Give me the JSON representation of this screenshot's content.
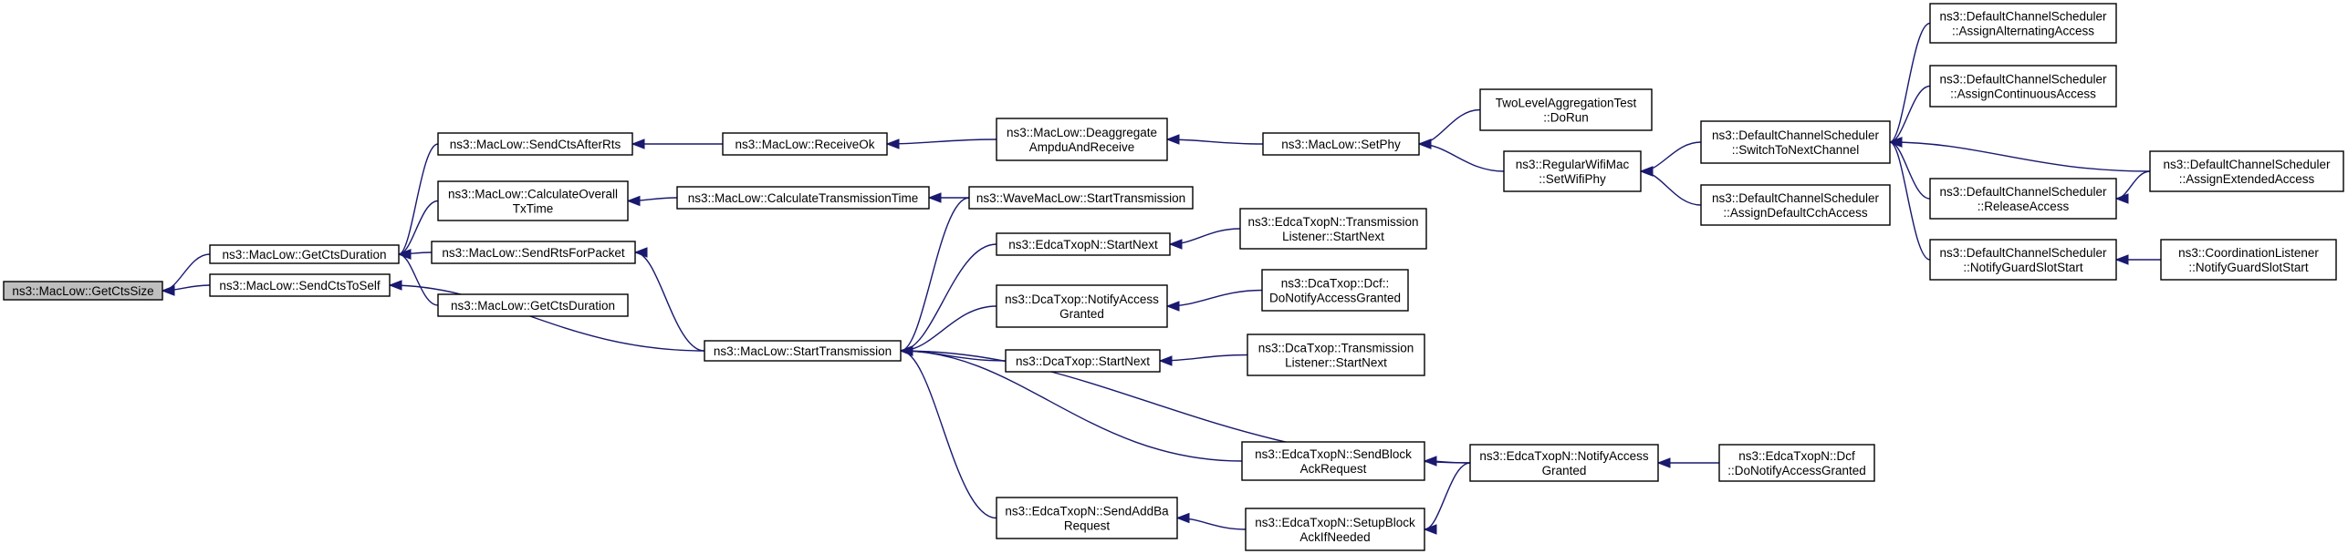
{
  "graph": {
    "colors": {
      "edge": "#191970",
      "root_fill": "#bfbfbf",
      "node_fill": "#ffffff",
      "border": "#000000"
    },
    "nodes": [
      {
        "id": "n0",
        "lines": [
          "ns3::MacLow::GetCtsSize"
        ],
        "root": true
      },
      {
        "id": "n1",
        "lines": [
          "ns3::MacLow::GetCtsDuration"
        ]
      },
      {
        "id": "n2",
        "lines": [
          "ns3::MacLow::SendCtsToSelf"
        ]
      },
      {
        "id": "n3",
        "lines": [
          "ns3::MacLow::SendCtsAfterRts"
        ]
      },
      {
        "id": "n4",
        "lines": [
          "ns3::MacLow::CalculateOverall",
          "TxTime"
        ]
      },
      {
        "id": "n5",
        "lines": [
          "ns3::MacLow::SendRtsForPacket"
        ]
      },
      {
        "id": "n6",
        "lines": [
          "ns3::MacLow::GetCtsDuration"
        ]
      },
      {
        "id": "n7",
        "lines": [
          "ns3::MacLow::ReceiveOk"
        ]
      },
      {
        "id": "n8",
        "lines": [
          "ns3::MacLow::CalculateTransmissionTime"
        ]
      },
      {
        "id": "n9",
        "lines": [
          "ns3::MacLow::StartTransmission"
        ]
      },
      {
        "id": "n10",
        "lines": [
          "ns3::MacLow::Deaggregate",
          "AmpduAndReceive"
        ]
      },
      {
        "id": "n11",
        "lines": [
          "ns3::WaveMacLow::StartTransmission"
        ]
      },
      {
        "id": "n12",
        "lines": [
          "ns3::EdcaTxopN::StartNext"
        ]
      },
      {
        "id": "n13",
        "lines": [
          "ns3::DcaTxop::NotifyAccess",
          "Granted"
        ]
      },
      {
        "id": "n14",
        "lines": [
          "ns3::DcaTxop::StartNext"
        ]
      },
      {
        "id": "n15",
        "lines": [
          "ns3::EdcaTxopN::SendAddBa",
          "Request"
        ]
      },
      {
        "id": "n16",
        "lines": [
          "ns3::MacLow::SetPhy"
        ]
      },
      {
        "id": "n17",
        "lines": [
          "ns3::EdcaTxopN::Transmission",
          "Listener::StartNext"
        ]
      },
      {
        "id": "n18",
        "lines": [
          "ns3::DcaTxop::Dcf::",
          "DoNotifyAccessGranted"
        ]
      },
      {
        "id": "n19",
        "lines": [
          "ns3::DcaTxop::Transmission",
          "Listener::StartNext"
        ]
      },
      {
        "id": "n20",
        "lines": [
          "ns3::EdcaTxopN::SendBlock",
          "AckRequest"
        ]
      },
      {
        "id": "n21",
        "lines": [
          "ns3::EdcaTxopN::SetupBlock",
          "AckIfNeeded"
        ]
      },
      {
        "id": "n22",
        "lines": [
          "TwoLevelAggregationTest",
          "::DoRun"
        ]
      },
      {
        "id": "n23",
        "lines": [
          "ns3::RegularWifiMac",
          "::SetWifiPhy"
        ]
      },
      {
        "id": "n24",
        "lines": [
          "ns3::EdcaTxopN::NotifyAccess",
          "Granted"
        ]
      },
      {
        "id": "n25",
        "lines": [
          "ns3::DefaultChannelScheduler",
          "::SwitchToNextChannel"
        ]
      },
      {
        "id": "n26",
        "lines": [
          "ns3::DefaultChannelScheduler",
          "::AssignDefaultCchAccess"
        ]
      },
      {
        "id": "n27",
        "lines": [
          "ns3::EdcaTxopN::Dcf",
          "::DoNotifyAccessGranted"
        ]
      },
      {
        "id": "n28",
        "lines": [
          "ns3::DefaultChannelScheduler",
          "::AssignAlternatingAccess"
        ]
      },
      {
        "id": "n29",
        "lines": [
          "ns3::DefaultChannelScheduler",
          "::AssignContinuousAccess"
        ]
      },
      {
        "id": "n30",
        "lines": [
          "ns3::DefaultChannelScheduler",
          "::ReleaseAccess"
        ]
      },
      {
        "id": "n31",
        "lines": [
          "ns3::DefaultChannelScheduler",
          "::NotifyGuardSlotStart"
        ]
      },
      {
        "id": "n32",
        "lines": [
          "ns3::DefaultChannelScheduler",
          "::AssignExtendedAccess"
        ]
      },
      {
        "id": "n33",
        "lines": [
          "ns3::CoordinationListener",
          "::NotifyGuardSlotStart"
        ]
      }
    ],
    "edges": [
      {
        "from": "n1",
        "to": "n0"
      },
      {
        "from": "n2",
        "to": "n0"
      },
      {
        "from": "n3",
        "to": "n1"
      },
      {
        "from": "n4",
        "to": "n1"
      },
      {
        "from": "n5",
        "to": "n1"
      },
      {
        "from": "n6",
        "to": "n1"
      },
      {
        "from": "n9",
        "to": "n2"
      },
      {
        "from": "n7",
        "to": "n3"
      },
      {
        "from": "n8",
        "to": "n4"
      },
      {
        "from": "n9",
        "to": "n5"
      },
      {
        "from": "n10",
        "to": "n7"
      },
      {
        "from": "n11",
        "to": "n8"
      },
      {
        "from": "n11",
        "to": "n9"
      },
      {
        "from": "n12",
        "to": "n9"
      },
      {
        "from": "n13",
        "to": "n9"
      },
      {
        "from": "n14",
        "to": "n9"
      },
      {
        "from": "n24",
        "to": "n9"
      },
      {
        "from": "n20",
        "to": "n9"
      },
      {
        "from": "n15",
        "to": "n9"
      },
      {
        "from": "n16",
        "to": "n10"
      },
      {
        "from": "n17",
        "to": "n12"
      },
      {
        "from": "n18",
        "to": "n13"
      },
      {
        "from": "n19",
        "to": "n14"
      },
      {
        "from": "n21",
        "to": "n15"
      },
      {
        "from": "n22",
        "to": "n16"
      },
      {
        "from": "n23",
        "to": "n16"
      },
      {
        "from": "n24",
        "to": "n20"
      },
      {
        "from": "n24",
        "to": "n21"
      },
      {
        "from": "n25",
        "to": "n23"
      },
      {
        "from": "n26",
        "to": "n23"
      },
      {
        "from": "n27",
        "to": "n24"
      },
      {
        "from": "n28",
        "to": "n25"
      },
      {
        "from": "n29",
        "to": "n25"
      },
      {
        "from": "n32",
        "to": "n25"
      },
      {
        "from": "n30",
        "to": "n25"
      },
      {
        "from": "n31",
        "to": "n25"
      },
      {
        "from": "n32",
        "to": "n30"
      },
      {
        "from": "n33",
        "to": "n31"
      }
    ]
  }
}
